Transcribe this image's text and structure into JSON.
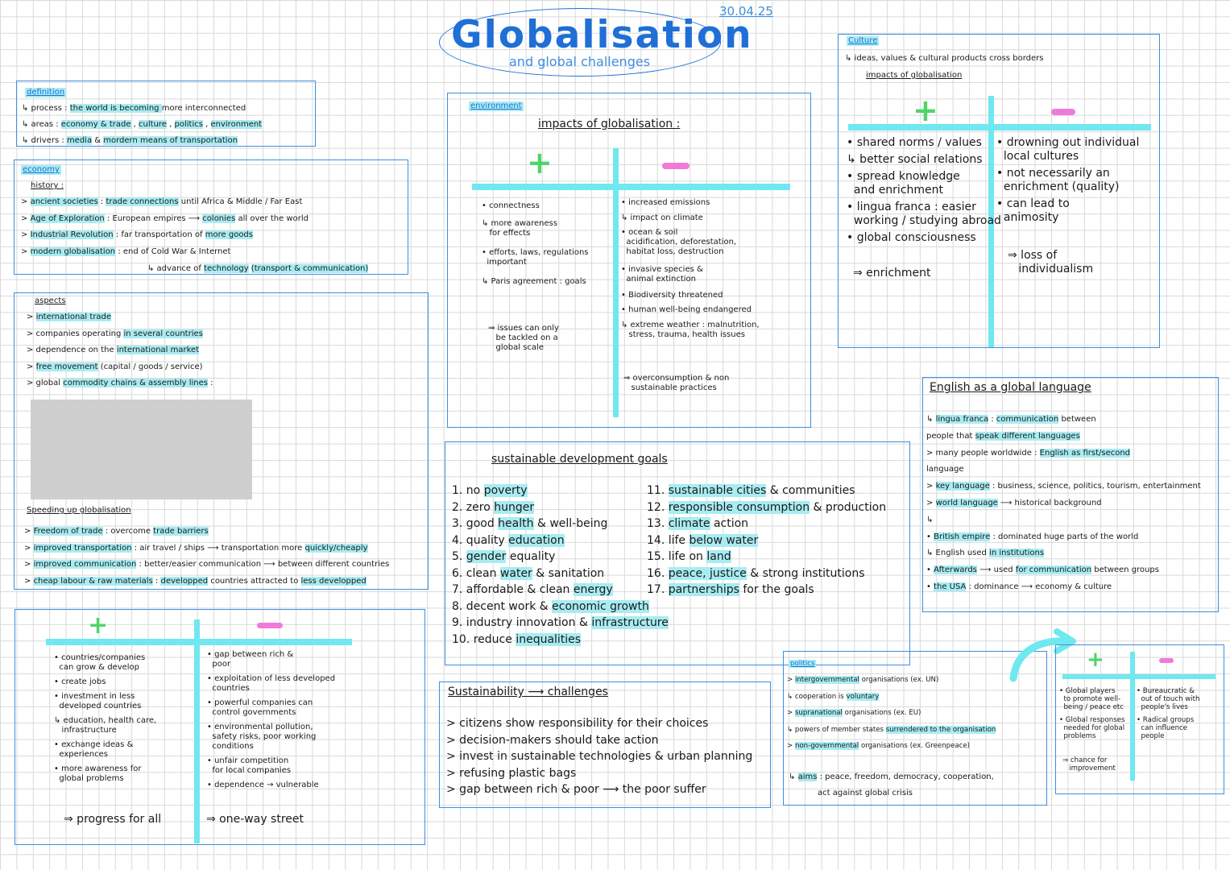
{
  "header": {
    "title": "Globalisation",
    "subtitle": "and global challenges",
    "date": "30.04.25"
  },
  "definition": {
    "heading": "definition",
    "lines": [
      [
        "↳ process : ",
        "the world is becoming ",
        "more interconnected"
      ],
      [
        "↳ areas : ",
        "economy & trade",
        " , ",
        "culture",
        " , ",
        "politics",
        " , ",
        "environment"
      ],
      [
        "↳ drivers : ",
        "media",
        " & ",
        "mordern means of transportation"
      ]
    ]
  },
  "economy": {
    "heading": "economy",
    "subheading": "history :",
    "lines": [
      [
        "> ",
        "ancient societies",
        " : ",
        "trade connections",
        " until Africa & Middle / Far East"
      ],
      [
        "> ",
        "Age of Exploration",
        " : European empires ⟶ ",
        "colonies",
        " all over the world"
      ],
      [
        "> ",
        "Industrial Revolution",
        " : far transportation of ",
        "more goods"
      ],
      [
        "> ",
        "modern globalisation",
        " : end of Cold War & Internet"
      ]
    ],
    "sub_line": [
      "↳ advance of ",
      "technology",
      " ",
      "(transport & communication)"
    ]
  },
  "aspects": {
    "heading": "aspects",
    "lines": [
      [
        "> ",
        "international trade"
      ],
      [
        "> companies operating ",
        "in several countries"
      ],
      [
        "> dependence on the ",
        "international market"
      ],
      [
        "> ",
        "free movement",
        " (capital / goods / service)"
      ],
      [
        "> global ",
        "commodity chains & assembly lines",
        " :"
      ]
    ]
  },
  "speeding": {
    "heading": "Speeding up globalisation",
    "lines": [
      [
        "> ",
        "Freedom of trade",
        " : overcome ",
        "trade barriers"
      ],
      [
        "> ",
        "improved transportation",
        " : air travel / ships ⟶ transportation more ",
        "quickly/cheaply"
      ],
      [
        "> ",
        "improved communication",
        " : better/easier communication ⟶ between different countries"
      ],
      [
        "> ",
        "cheap labour & raw materials",
        " : ",
        "developped",
        " countries attracted to ",
        "less developped"
      ]
    ]
  },
  "economy_impacts": {
    "plus_items": [
      "• countries/companies\n  can grow & develop",
      "• create jobs",
      "• investment in less\n  developed countries",
      "↳ education, health care,\n   infrastructure",
      "• exchange ideas &\n  experiences",
      "• more awareness for\n  global problems"
    ],
    "plus_conclusion": "⇒ progress for all",
    "minus_items": [
      "• gap between rich &\n  poor",
      "• exploitation of less developed\n  countries",
      "• powerful companies can\n  control governments",
      "• environmental pollution,\n  safety risks, poor working\n  conditions",
      "• unfair competition\n  for local companies",
      "• dependence → vulnerable"
    ],
    "minus_conclusion": "⇒ one-way street"
  },
  "environment": {
    "heading": "environment",
    "subheading": "impacts of globalisation :",
    "plus_items": [
      "• connectness",
      "↳ more awareness\n   for effects",
      "• efforts, laws, regulations\n  important",
      "↳ Paris agreement : goals"
    ],
    "plus_conclusion": "⇒ issues can only\n   be tackled on a\n   global scale",
    "minus_items": [
      "• increased emissions",
      "↳ impact on climate",
      "• ocean & soil\n  acidification, deforestation,\n  habitat loss, destruction",
      "• invasive species &\n  animal extinction",
      "• Biodiversity threatened",
      "• human well-being endangered",
      "↳ extreme weather : malnutrition,\n   stress, trauma, health issues"
    ],
    "minus_conclusion": "⇒ overconsumption & non\n   sustainable practices"
  },
  "sdg": {
    "heading": "sustainable development goals",
    "left": [
      [
        "1.",
        " no ",
        "poverty"
      ],
      [
        "2.",
        " zero ",
        "hunger"
      ],
      [
        "3.",
        " good ",
        "health",
        " & well-being"
      ],
      [
        "4.",
        " quality ",
        "education"
      ],
      [
        "5.",
        " ",
        "gender",
        " equality"
      ],
      [
        "6.",
        " clean ",
        "water",
        " & sanitation"
      ],
      [
        "7.",
        " affordable & clean ",
        "energy"
      ],
      [
        "8.",
        " decent work & ",
        "economic growth"
      ],
      [
        "9.",
        " industry innovation & ",
        "infrastructure"
      ],
      [
        "10.",
        " reduce ",
        "inequalities"
      ]
    ],
    "right": [
      [
        "11.",
        " ",
        "sustainable cities",
        " & communities"
      ],
      [
        "12.",
        " ",
        "responsible consumption",
        " & production"
      ],
      [
        "13.",
        " ",
        "climate",
        " action"
      ],
      [
        "14.",
        " life ",
        "below water"
      ],
      [
        "15.",
        " life on ",
        "land"
      ],
      [
        "16.",
        " ",
        "peace, justice",
        " & strong institutions"
      ],
      [
        "17.",
        " ",
        "partnerships",
        " for the goals"
      ]
    ]
  },
  "sustainability": {
    "heading": "Sustainability ⟶ challenges",
    "lines": [
      "> citizens show responsibility for their choices",
      "> decision-makers should take action",
      "> invest in sustainable technologies & urban planning",
      "> refusing plastic bags",
      "> gap between rich & poor ⟶ the poor suffer"
    ]
  },
  "culture": {
    "heading": "Culture",
    "intro": "↳ ideas, values & cultural products cross borders",
    "subheading": "impacts of globalisation",
    "plus_items": [
      "• shared norms / values",
      "↳ better social relations",
      "• spread knowledge\n  and enrichment",
      "• lingua franca : easier\n  working / studying abroad",
      "• global consciousness"
    ],
    "plus_conclusion": "⇒ enrichment",
    "minus_items": [
      "• drowning out individual\n  local cultures",
      "• not necessarily an\n  enrichment (quality)",
      "• can lead to\n  animosity"
    ],
    "minus_conclusion": "⇒ loss of\n   individualism"
  },
  "english": {
    "heading": "English as a global language",
    "lines": [
      [
        "↳ ",
        "lingua franca",
        " : ",
        "communication",
        " between"
      ],
      [
        "   people that ",
        "speak different languages"
      ],
      [
        "> many people worldwide : ",
        "English as first/second"
      ],
      [
        "                                       language"
      ],
      [
        "> ",
        "key language",
        " : business, science, politics, tourism, entertainment"
      ],
      [
        "> ",
        "world language",
        " ⟶ historical background"
      ],
      [
        "   ↳"
      ],
      [
        "   • ",
        "British empire",
        " : dominated huge parts of the world"
      ],
      [
        "        ↳ English used ",
        "in institutions"
      ],
      [
        "   • ",
        "Afterwards",
        " ⟶ used ",
        "for communication",
        " between groups"
      ],
      [
        "   • ",
        "the USA",
        " : dominance ⟶ economy & culture"
      ]
    ]
  },
  "politics": {
    "heading": "politics",
    "lines": [
      [
        "> ",
        "intergovernmental",
        " organisations (ex. UN)"
      ],
      [
        "   ↳ cooperation is ",
        "voluntary"
      ],
      [
        "> ",
        "supranational",
        " organisations (ex. EU)"
      ],
      [
        "   ↳ powers of member states ",
        "surrendered to the organisation"
      ],
      [
        "> ",
        "non-governmental",
        " organisations (ex. Greenpeace)"
      ]
    ],
    "aims_label": "aims",
    "aims": " : peace, freedom, democracy, cooperation,",
    "aims2": "act against global crisis"
  },
  "politics_impacts": {
    "plus_items": [
      "• Global players\n  to promote well-\n  being / peace etc",
      "• Global responses\n  needed for global\n  problems"
    ],
    "plus_conclusion": "⇒ chance for\n   improvement",
    "minus_items": [
      "• Bureaucratic &\n  out of touch with\n  people's lives",
      "• Radical groups\n  can influence\n  people"
    ]
  }
}
